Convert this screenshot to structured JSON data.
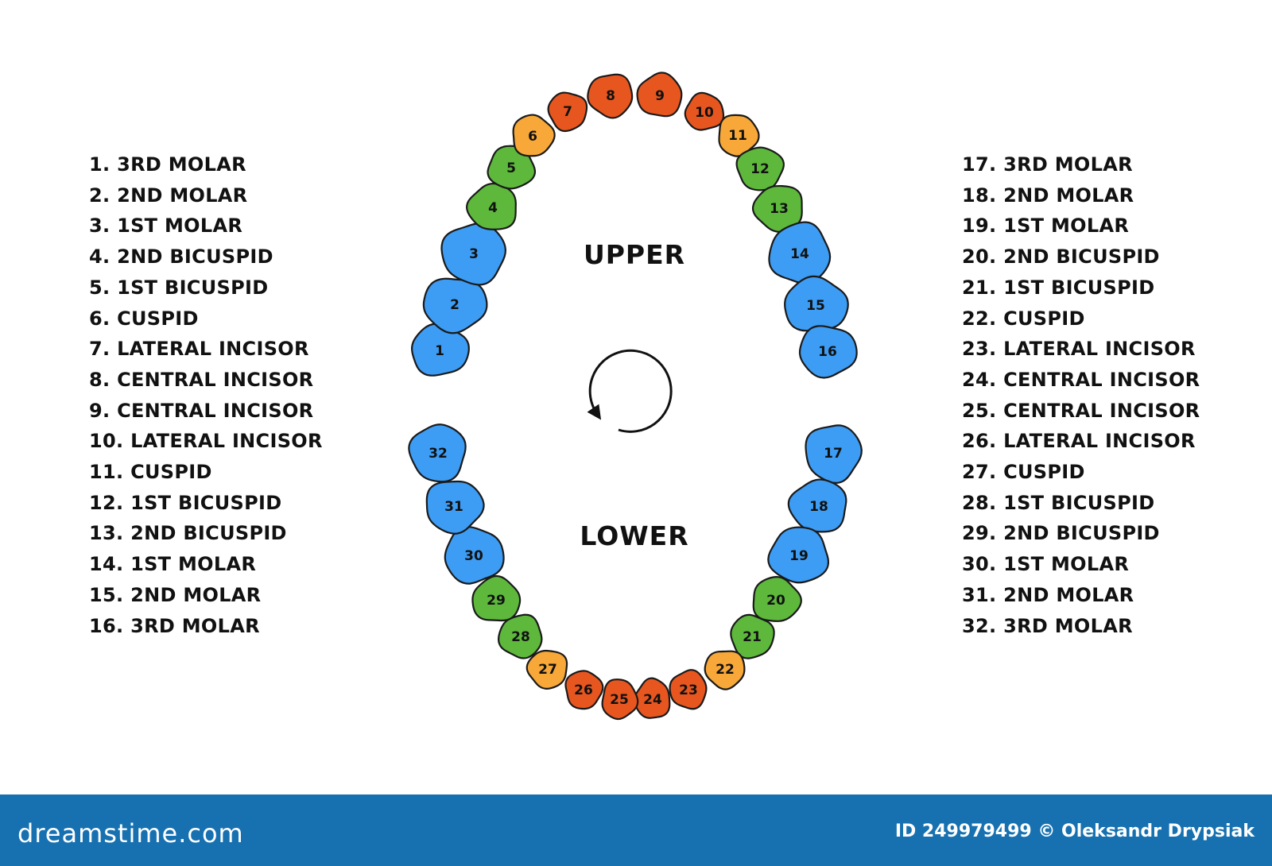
{
  "colors": {
    "molar": "#3d9cf3",
    "bicuspid": "#5db83c",
    "cuspid": "#f7a838",
    "incisor": "#e8561f",
    "outline": "#1a1a1a"
  },
  "labels": {
    "upper": "UPPER",
    "lower": "LOWER"
  },
  "legend_left": [
    "1. 3RD MOLAR",
    "2. 2ND MOLAR",
    "3. 1ST MOLAR",
    "4. 2ND BICUSPID",
    "5. 1ST BICUSPID",
    "6. CUSPID",
    "7. LATERAL INCISOR",
    "8. CENTRAL INCISOR",
    "9. CENTRAL INCISOR",
    "10. LATERAL INCISOR",
    "11. CUSPID",
    "12. 1ST BICUSPID",
    "13. 2ND BICUSPID",
    "14. 1ST MOLAR",
    "15. 2ND MOLAR",
    "16. 3RD MOLAR"
  ],
  "legend_right": [
    "17. 3RD MOLAR",
    "18. 2ND MOLAR",
    "19. 1ST MOLAR",
    "20. 2ND BICUSPID",
    "21. 1ST BICUSPID",
    "22. CUSPID",
    "23. LATERAL INCISOR",
    "24. CENTRAL INCISOR",
    "25. CENTRAL INCISOR",
    "26. LATERAL INCISOR",
    "27. CUSPID",
    "28. 1ST BICUSPID",
    "29. 2ND BICUSPID",
    "30. 1ST MOLAR",
    "31. 2ND MOLAR",
    "32. 3RD MOLAR"
  ],
  "teeth": [
    {
      "n": 1,
      "type": "molar",
      "label": "1"
    },
    {
      "n": 2,
      "type": "molar",
      "label": "2"
    },
    {
      "n": 3,
      "type": "molar",
      "label": "3"
    },
    {
      "n": 4,
      "type": "bicuspid",
      "label": "4"
    },
    {
      "n": 5,
      "type": "bicuspid",
      "label": "5"
    },
    {
      "n": 6,
      "type": "cuspid",
      "label": "6"
    },
    {
      "n": 7,
      "type": "incisor",
      "label": "7"
    },
    {
      "n": 8,
      "type": "incisor",
      "label": "8"
    },
    {
      "n": 9,
      "type": "incisor",
      "label": "9"
    },
    {
      "n": 10,
      "type": "incisor",
      "label": "10"
    },
    {
      "n": 11,
      "type": "cuspid",
      "label": "11"
    },
    {
      "n": 12,
      "type": "bicuspid",
      "label": "12"
    },
    {
      "n": 13,
      "type": "bicuspid",
      "label": "13"
    },
    {
      "n": 14,
      "type": "molar",
      "label": "14"
    },
    {
      "n": 15,
      "type": "molar",
      "label": "15"
    },
    {
      "n": 16,
      "type": "molar",
      "label": "16"
    },
    {
      "n": 17,
      "type": "molar",
      "label": "17"
    },
    {
      "n": 18,
      "type": "molar",
      "label": "18"
    },
    {
      "n": 19,
      "type": "molar",
      "label": "19"
    },
    {
      "n": 20,
      "type": "bicuspid",
      "label": "20"
    },
    {
      "n": 21,
      "type": "bicuspid",
      "label": "21"
    },
    {
      "n": 22,
      "type": "cuspid",
      "label": "22"
    },
    {
      "n": 23,
      "type": "incisor",
      "label": "23"
    },
    {
      "n": 24,
      "type": "incisor",
      "label": "24"
    },
    {
      "n": 25,
      "type": "incisor",
      "label": "25"
    },
    {
      "n": 26,
      "type": "incisor",
      "label": "26"
    },
    {
      "n": 27,
      "type": "cuspid",
      "label": "27"
    },
    {
      "n": 28,
      "type": "bicuspid",
      "label": "28"
    },
    {
      "n": 29,
      "type": "bicuspid",
      "label": "29"
    },
    {
      "n": 30,
      "type": "molar",
      "label": "30"
    },
    {
      "n": 31,
      "type": "molar",
      "label": "31"
    },
    {
      "n": 32,
      "type": "molar",
      "label": "32"
    }
  ],
  "footer": {
    "brand": "dreamstime.com",
    "credit": "ID 249979499 © Oleksandr Drypsiak"
  }
}
